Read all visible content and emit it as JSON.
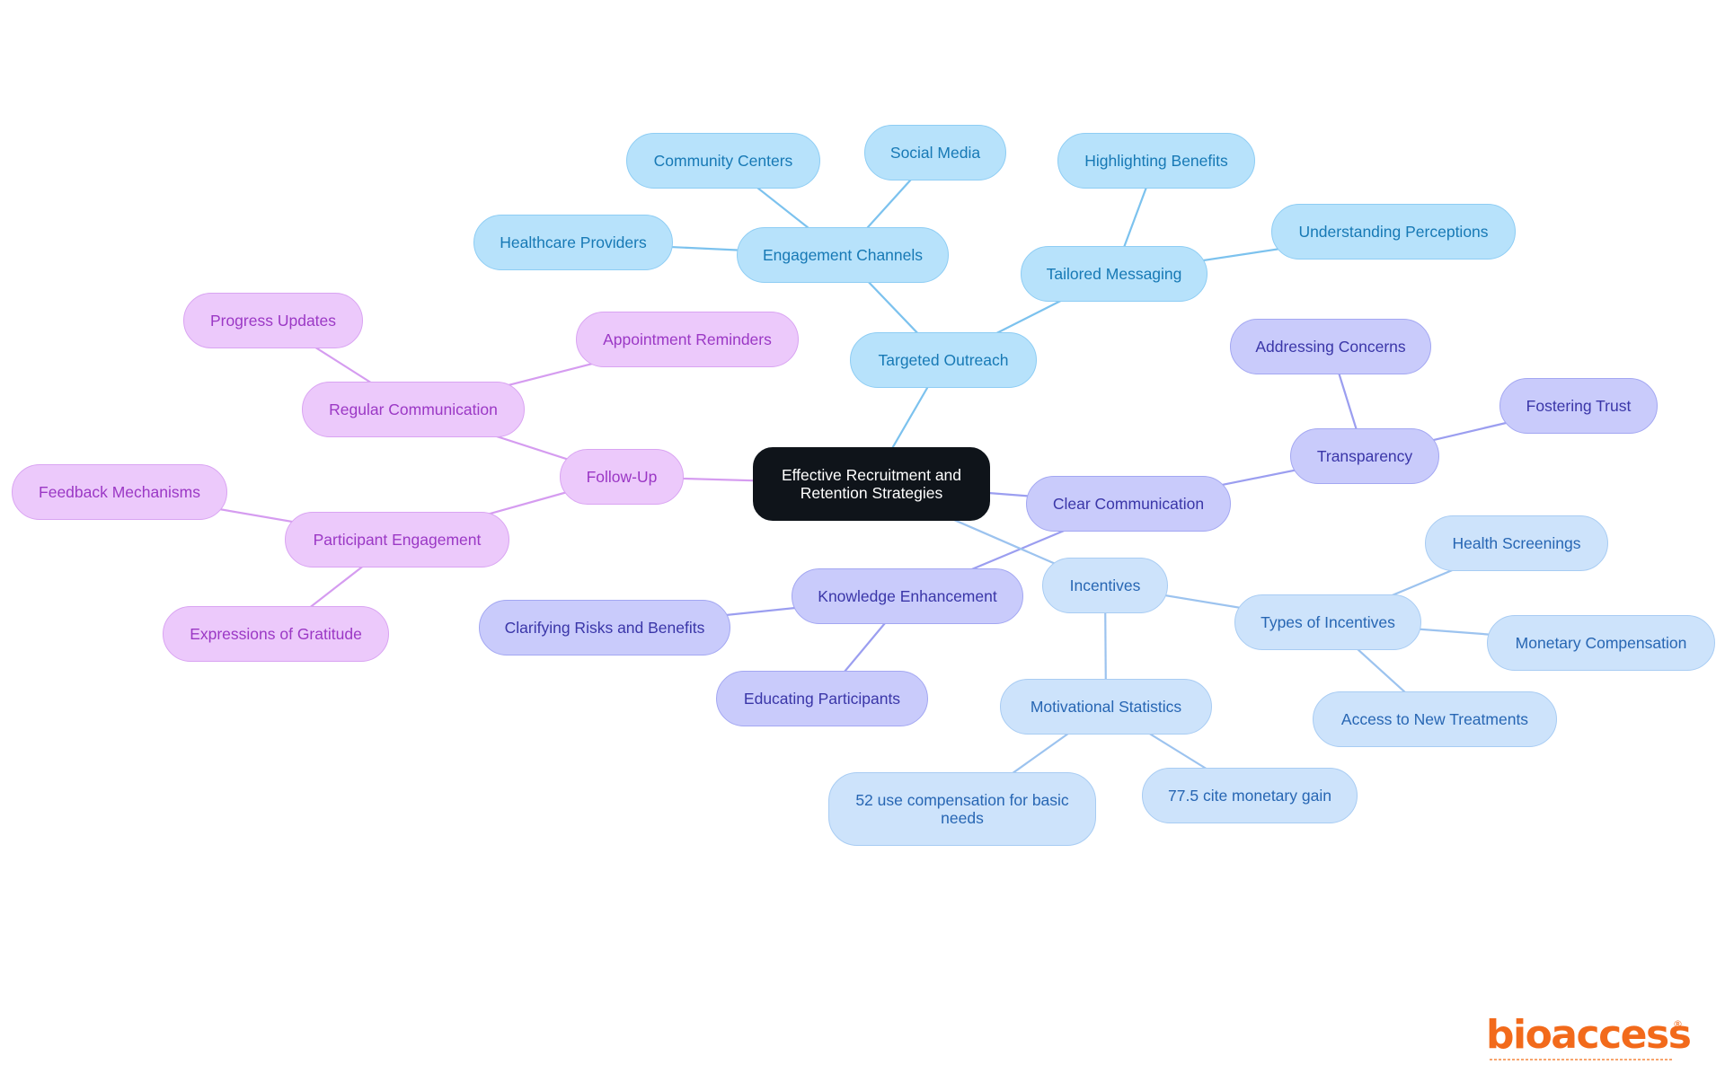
{
  "title": "Effective Recruitment and Retention Strategies",
  "colors": {
    "root": "#0f141a",
    "sky": "#8ecdf4",
    "pale": "#a8ccf3",
    "violet": "#a3a7f2",
    "pink": "#d9a4f2",
    "logo": "#f26a1b"
  },
  "nodes": {
    "root": "Effective Recruitment and Retention Strategies",
    "targeted_outreach": "Targeted Outreach",
    "engagement_channels": "Engagement Channels",
    "community_centers": "Community Centers",
    "social_media": "Social Media",
    "healthcare_providers": "Healthcare Providers",
    "tailored_messaging": "Tailored Messaging",
    "highlighting_benefits": "Highlighting Benefits",
    "understanding_perceptions": "Understanding Perceptions",
    "clear_communication": "Clear Communication",
    "transparency": "Transparency",
    "addressing_concerns": "Addressing Concerns",
    "fostering_trust": "Fostering Trust",
    "knowledge_enhancement": "Knowledge Enhancement",
    "clarifying_risks": "Clarifying Risks and Benefits",
    "educating_participants": "Educating Participants",
    "incentives": "Incentives",
    "types_of_incentives": "Types of Incentives",
    "health_screenings": "Health Screenings",
    "monetary_compensation": "Monetary Compensation",
    "access_new_treatments": "Access to New Treatments",
    "motivational_statistics": "Motivational Statistics",
    "stat_52": "52 use compensation for basic needs",
    "stat_77": "77.5 cite monetary gain",
    "follow_up": "Follow-Up",
    "regular_communication": "Regular Communication",
    "progress_updates": "Progress Updates",
    "appointment_reminders": "Appointment Reminders",
    "participant_engagement": "Participant Engagement",
    "feedback_mechanisms": "Feedback Mechanisms",
    "expressions_of_gratitude": "Expressions of Gratitude"
  },
  "edges": [
    [
      "root",
      "targeted_outreach"
    ],
    [
      "targeted_outreach",
      "engagement_channels"
    ],
    [
      "engagement_channels",
      "community_centers"
    ],
    [
      "engagement_channels",
      "social_media"
    ],
    [
      "engagement_channels",
      "healthcare_providers"
    ],
    [
      "targeted_outreach",
      "tailored_messaging"
    ],
    [
      "tailored_messaging",
      "highlighting_benefits"
    ],
    [
      "tailored_messaging",
      "understanding_perceptions"
    ],
    [
      "root",
      "clear_communication"
    ],
    [
      "clear_communication",
      "transparency"
    ],
    [
      "transparency",
      "addressing_concerns"
    ],
    [
      "transparency",
      "fostering_trust"
    ],
    [
      "clear_communication",
      "knowledge_enhancement"
    ],
    [
      "knowledge_enhancement",
      "clarifying_risks"
    ],
    [
      "knowledge_enhancement",
      "educating_participants"
    ],
    [
      "root",
      "incentives"
    ],
    [
      "incentives",
      "types_of_incentives"
    ],
    [
      "types_of_incentives",
      "health_screenings"
    ],
    [
      "types_of_incentives",
      "monetary_compensation"
    ],
    [
      "types_of_incentives",
      "access_new_treatments"
    ],
    [
      "incentives",
      "motivational_statistics"
    ],
    [
      "motivational_statistics",
      "stat_52"
    ],
    [
      "motivational_statistics",
      "stat_77"
    ],
    [
      "root",
      "follow_up"
    ],
    [
      "follow_up",
      "regular_communication"
    ],
    [
      "regular_communication",
      "progress_updates"
    ],
    [
      "regular_communication",
      "appointment_reminders"
    ],
    [
      "follow_up",
      "participant_engagement"
    ],
    [
      "participant_engagement",
      "feedback_mechanisms"
    ],
    [
      "participant_engagement",
      "expressions_of_gratitude"
    ]
  ],
  "logo": {
    "text": "bioaccess",
    "registered": "®"
  }
}
